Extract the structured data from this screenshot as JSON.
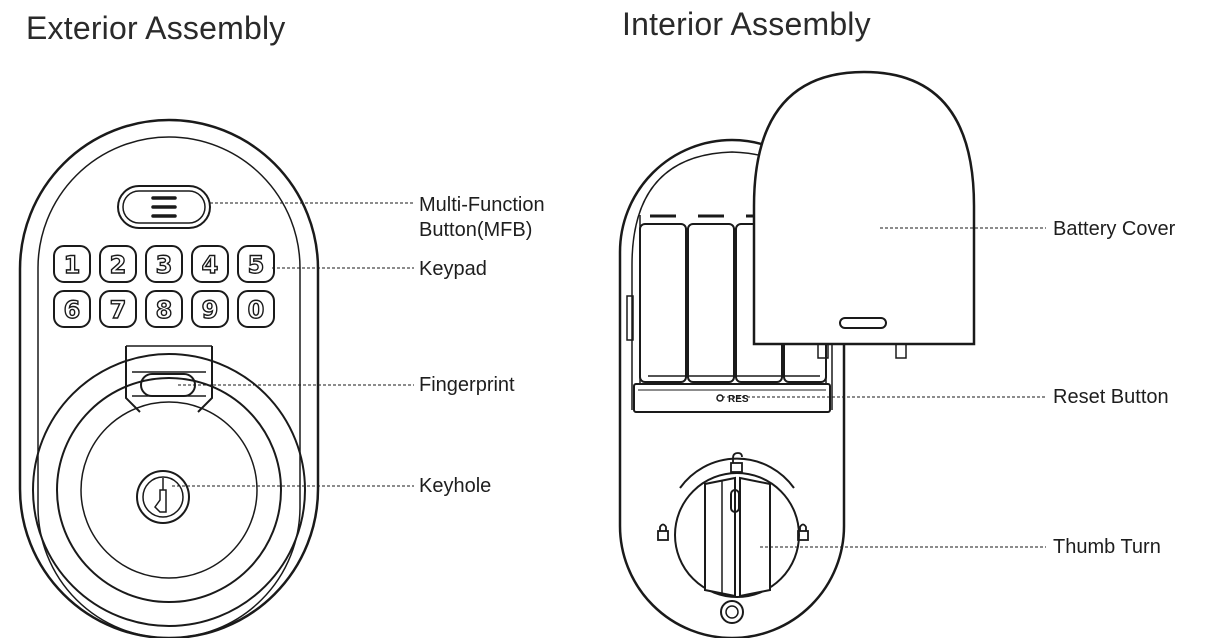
{
  "titles": {
    "exterior": "Exterior Assembly",
    "interior": "Interior Assembly"
  },
  "callouts": {
    "mfb_line1": "Multi-Function",
    "mfb_line2": "Button(MFB)",
    "keypad": "Keypad",
    "fingerprint": "Fingerprint",
    "keyhole": "Keyhole",
    "battery_cover": "Battery Cover",
    "reset_button": "Reset Button",
    "thumb_turn": "Thumb Turn"
  },
  "keypad_keys": [
    "1",
    "2",
    "3",
    "4",
    "5",
    "6",
    "7",
    "8",
    "9",
    "0"
  ],
  "reset_marking": "RES"
}
